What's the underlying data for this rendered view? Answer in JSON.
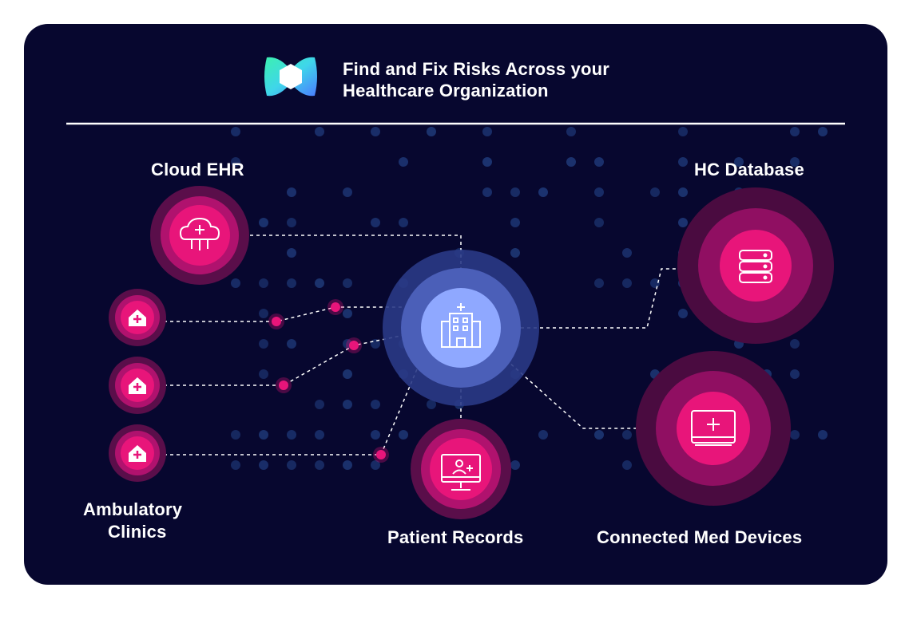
{
  "header": {
    "title_line1": "Find and Fix Risks Across your",
    "title_line2": "Healthcare Organization"
  },
  "nodes": {
    "cloud_ehr": "Cloud EHR",
    "hc_database": "HC Database",
    "ambulatory_line1": "Ambulatory",
    "ambulatory_line2": "Clinics",
    "patient_records": "Patient Records",
    "connected_devices": "Connected Med Devices"
  },
  "icons": {
    "logo": "hexagon-logo-icon",
    "cloud": "cloud-plus-icon",
    "hospital": "hospital-building-icon",
    "database": "database-icon",
    "monitor": "monitor-plus-icon",
    "patient": "patient-monitor-icon",
    "clinic": "clinic-house-icon"
  },
  "colors": {
    "background": "#07072f",
    "accent": "#e8157a",
    "center": "#8fa8ff",
    "dots": "#1f3a7a"
  }
}
